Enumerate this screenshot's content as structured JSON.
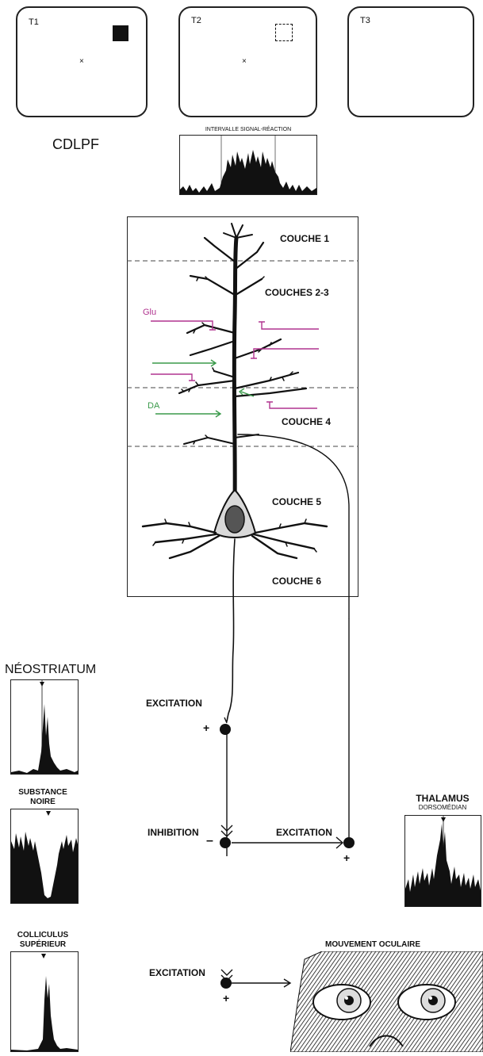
{
  "trials": {
    "t1": "T1",
    "t2": "T2",
    "t3": "T3",
    "fixation": "×"
  },
  "task_label": "CDLPF",
  "interval_label": "INTERVALLE SIGNAL-RÉACTION",
  "layers": {
    "l1": "COUCHE 1",
    "l23": "COUCHES 2-3",
    "l4": "COUCHE 4",
    "l5": "COUCHE 5",
    "l6": "COUCHE 6"
  },
  "inputs": {
    "glu": "Glu",
    "da": "DA"
  },
  "colors": {
    "glu": "#b0338f",
    "da": "#3a9a4a",
    "ink": "#111111"
  },
  "structures": {
    "neostriatum": "NÉOSTRIATUM",
    "substance_noire_1": "SUBSTANCE",
    "substance_noire_2": "NOIRE",
    "colliculus_1": "COLLICULUS",
    "colliculus_2": "SUPÉRIEUR",
    "thalamus": "THALAMUS",
    "thalamus_sub": "DORSOMÉDIAN",
    "eye": "MOUVEMENT OCULAIRE"
  },
  "signals": {
    "excitation_1": "EXCITATION",
    "inhibition": "INHIBITION",
    "excitation_2": "EXCITATION",
    "excitation_3": "EXCITATION",
    "plus": "+",
    "minus": "–"
  }
}
